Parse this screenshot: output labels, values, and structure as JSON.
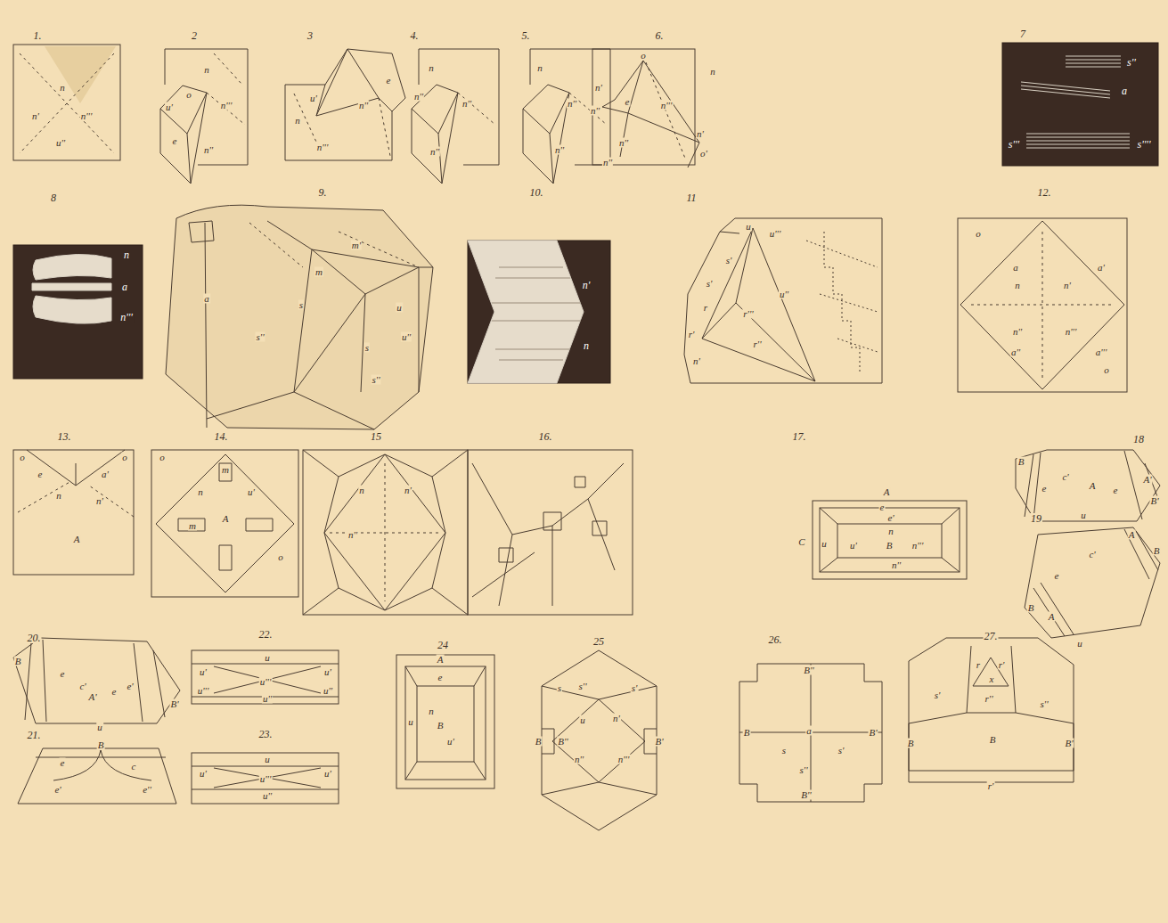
{
  "diagram": {
    "labels": [
      "1.",
      "n",
      "n'",
      "n'''",
      "u''",
      "2",
      "n",
      "n'''",
      "u'",
      "o",
      "e",
      "n''",
      "3",
      "e",
      "u'",
      "n",
      "n''",
      "n'''",
      "4.",
      "n",
      "n''",
      "n''",
      "n''",
      "5.",
      "n",
      "n''",
      "n''",
      "6.",
      "o",
      "n",
      "n'",
      "e",
      "n''",
      "n'''",
      "n''",
      "n'",
      "o'",
      "n''",
      "7",
      "s''",
      "a",
      "s'''",
      "s''''",
      "8",
      "n",
      "a",
      "n'''",
      "9.",
      "m'",
      "m",
      "a",
      "s",
      "s''",
      "u",
      "u''",
      "s",
      "s''",
      "10.",
      "n'",
      "n",
      "11",
      "u",
      "u'''",
      "s'",
      "s'",
      "r'''",
      "r",
      "r'",
      "r''",
      "n'",
      "u''",
      "12.",
      "o",
      "a",
      "n",
      "n'",
      "a'",
      "n''",
      "n'''",
      "a''",
      "a'''",
      "o",
      "13.",
      "o",
      "o",
      "e",
      "a'",
      "n",
      "n'",
      "A",
      "14.",
      "o",
      "m",
      "n",
      "u'",
      "A",
      "m",
      "o",
      "15",
      "n",
      "n'",
      "n''",
      "16.",
      "17.",
      "A",
      "e",
      "e'",
      "n",
      "C",
      "u",
      "u'",
      "B",
      "n'''",
      "n''",
      "18",
      "B",
      "e",
      "c'",
      "A",
      "e",
      "A'",
      "B'",
      "u",
      "19",
      "A",
      "B",
      "c'",
      "e",
      "B",
      "A",
      "u",
      "20.",
      "B",
      "e",
      "c'",
      "A'",
      "e",
      "e'",
      "B'",
      "u",
      "21.",
      "B",
      "e",
      "c",
      "e'",
      "e''",
      "22.",
      "u",
      "u'",
      "u'",
      "u'''",
      "u'''",
      "u''",
      "u''",
      "23.",
      "u",
      "u'",
      "u'",
      "u'''",
      "u''",
      "24",
      "A",
      "e",
      "u",
      "n",
      "B",
      "u'",
      "25",
      "s",
      "s''",
      "s'",
      "u",
      "n'",
      "B",
      "B''",
      "B'",
      "n''",
      "n'''",
      "26.",
      "B''",
      "B",
      "B'",
      "s",
      "a",
      "s'",
      "s''",
      "B''",
      "27.",
      "r",
      "r'",
      "x",
      "r''",
      "s'",
      "s''",
      "B",
      "B'",
      "B",
      "r'"
    ]
  }
}
